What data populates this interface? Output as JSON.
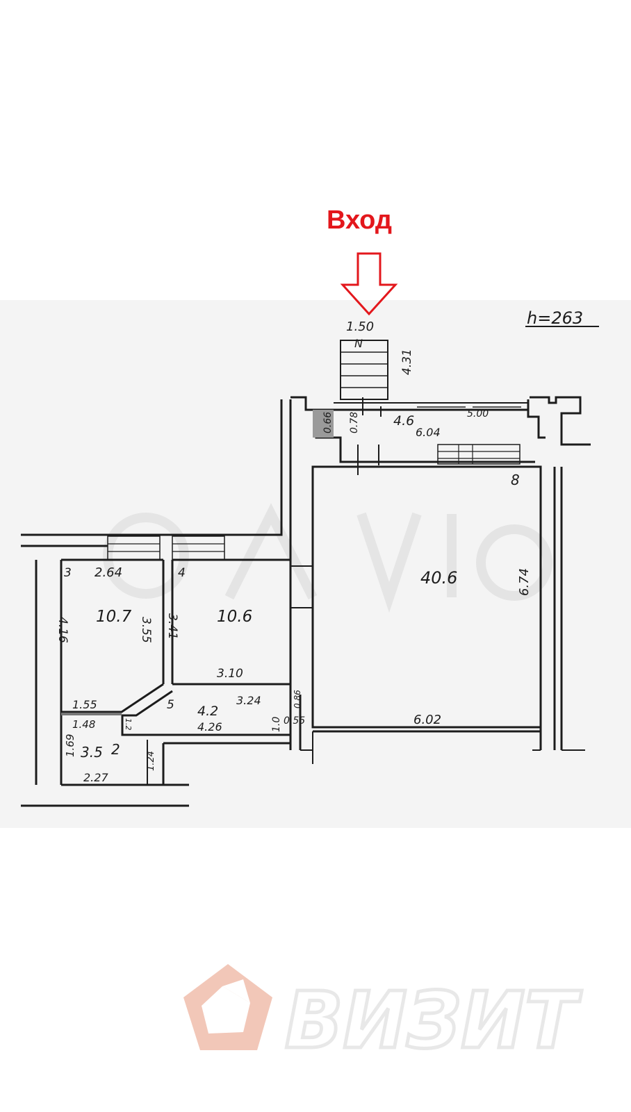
{
  "entrance": {
    "label": "Вход",
    "color": "#e3171c"
  },
  "ceiling_height": "h=263",
  "rooms": [
    {
      "number": "3",
      "area": "10.7"
    },
    {
      "number": "4",
      "area": "10.6"
    },
    {
      "number": "5",
      "area": "4.2"
    },
    {
      "number": "2",
      "area": "3.5"
    },
    {
      "number": "8",
      "area": "40.6"
    },
    {
      "number": "",
      "area": "4.6"
    }
  ],
  "dimensions": {
    "stair_width": "1.50",
    "stair_length": "4.31",
    "stair_mark": "N",
    "vestibule_depth": "0.66",
    "vestibule_small": "0.78",
    "corridor_top": "5.00",
    "corridor_bottom": "6.04",
    "hall_height": "6.74",
    "hall_width": "6.02",
    "room3_width": "2.64",
    "room3_height": "4.16",
    "room3_partition": "3.55",
    "room4_height": "3.41",
    "room4_width": "3.10",
    "corridor5_top": "3.24",
    "corridor5_side": "0.86",
    "corridor5_bottom": "4.26",
    "corridor5_right": "1.0",
    "corridor5_gap": "0.55",
    "corridor5_small": "1.2",
    "bath_top": "1.55",
    "bath_inner": "1.48",
    "bath_height": "1.69",
    "bath_width": "2.27",
    "bath_right": "1.24"
  },
  "brand": {
    "name": "ВИЗИТ",
    "color": "#f2c7b8",
    "icon": "pentagon-logo-icon"
  }
}
